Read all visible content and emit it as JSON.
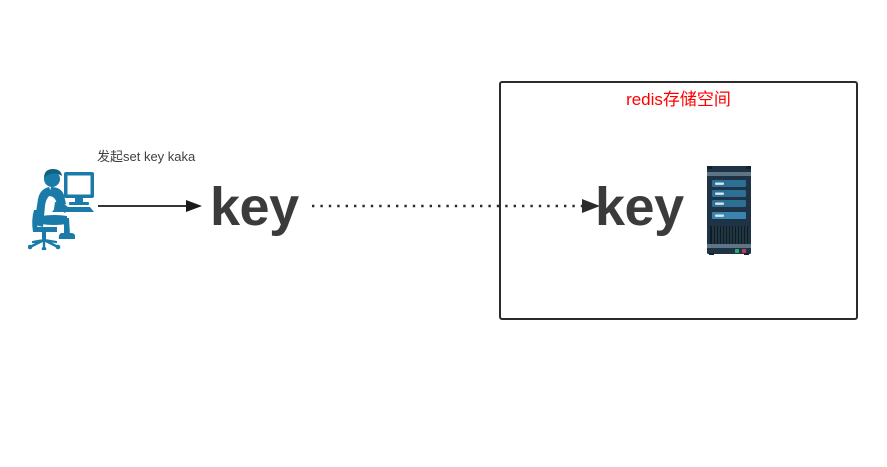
{
  "diagram": {
    "title_visible": false,
    "background_color": "#ffffff",
    "client": {
      "icon_name": "person-at-computer-icon",
      "color": "#1a7ba8",
      "color_dark": "#12617f"
    },
    "request_label": {
      "text": "发起set key kaka",
      "color": "#3f3f3f"
    },
    "solid_arrow": {
      "name": "set-request-arrow",
      "color": "#1a1a1a",
      "style": "solid"
    },
    "key_left": {
      "text": "key",
      "color": "#3b3b3b"
    },
    "dotted_arrow": {
      "name": "store-transfer-arrow",
      "color": "#2b2b2b",
      "style": "dotted"
    },
    "storage": {
      "title": "redis存储空间",
      "title_color": "#ff0000",
      "border_color": "#2b2b2b"
    },
    "key_right": {
      "text": "key",
      "color": "#3b3b3b"
    },
    "server": {
      "icon_name": "server-tower-icon",
      "body_color": "#1e3446",
      "bay_color": "#2e6f96",
      "led_green": "#27ae60",
      "led_red": "#c0395a"
    }
  }
}
